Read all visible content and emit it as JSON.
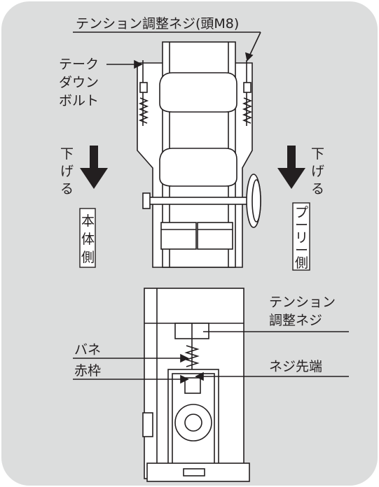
{
  "labels": {
    "tension_bolt_top": "テンション調整ネジ(頭M8)",
    "takedown_bolt_line1": "テーク",
    "takedown_bolt_line2": "ダウン",
    "takedown_bolt_line3": "ボルト",
    "lower_left_char1": "下",
    "lower_left_char2": "げ",
    "lower_left_char3": "る",
    "lower_right_char1": "下",
    "lower_right_char2": "げ",
    "lower_right_char3": "る",
    "body_side_char1": "本",
    "body_side_char2": "体",
    "body_side_char3": "側",
    "pulley_side_char1": "プ",
    "pulley_side_char2": "ー",
    "pulley_side_char3": "リ",
    "pulley_side_char4": "ー",
    "pulley_side_char5": "側",
    "tension_screw_line1": "テンション",
    "tension_screw_line2": "調整ネジ",
    "spring": "バネ",
    "red_frame": "赤枠",
    "screw_tip": "ネジ先端"
  },
  "colors": {
    "panel_bg": "#dcdddd",
    "line": "#231f20",
    "white": "#ffffff"
  }
}
